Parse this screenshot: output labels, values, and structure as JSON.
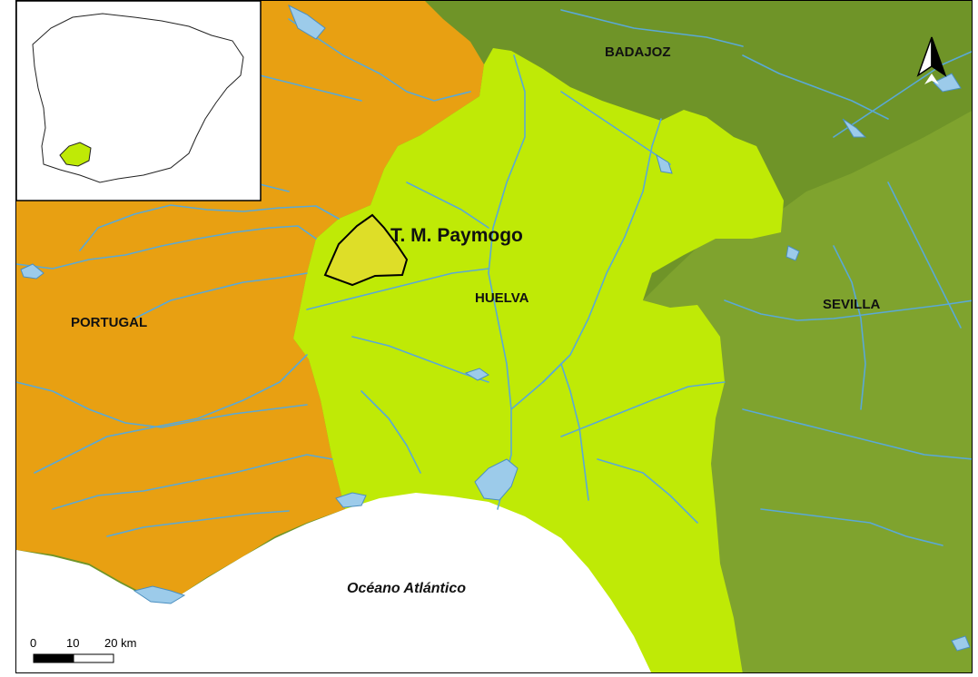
{
  "map": {
    "labels": {
      "badajoz": "BADAJOZ",
      "portugal": "PORTUGAL",
      "huelva": "HUELVA",
      "sevilla": "SEVILLA",
      "paymogo": "T. M. Paymogo",
      "ocean": "Océano Atlántico"
    },
    "scale_bar": {
      "ticks": [
        "0",
        "10",
        "20 km"
      ]
    },
    "north_arrow": {
      "icon": "north-arrow-icon"
    },
    "colors": {
      "portugal": "#e8a012",
      "huelva": "#bfea06",
      "badajoz": "#6f9428",
      "sevilla": "#7fa32e",
      "paymogo": "#dede28",
      "water": "#5aa9d6",
      "ocean": "#ffffff"
    },
    "inset": {
      "name": "Iberian Peninsula locator",
      "highlight_color": "#bfea06"
    }
  }
}
